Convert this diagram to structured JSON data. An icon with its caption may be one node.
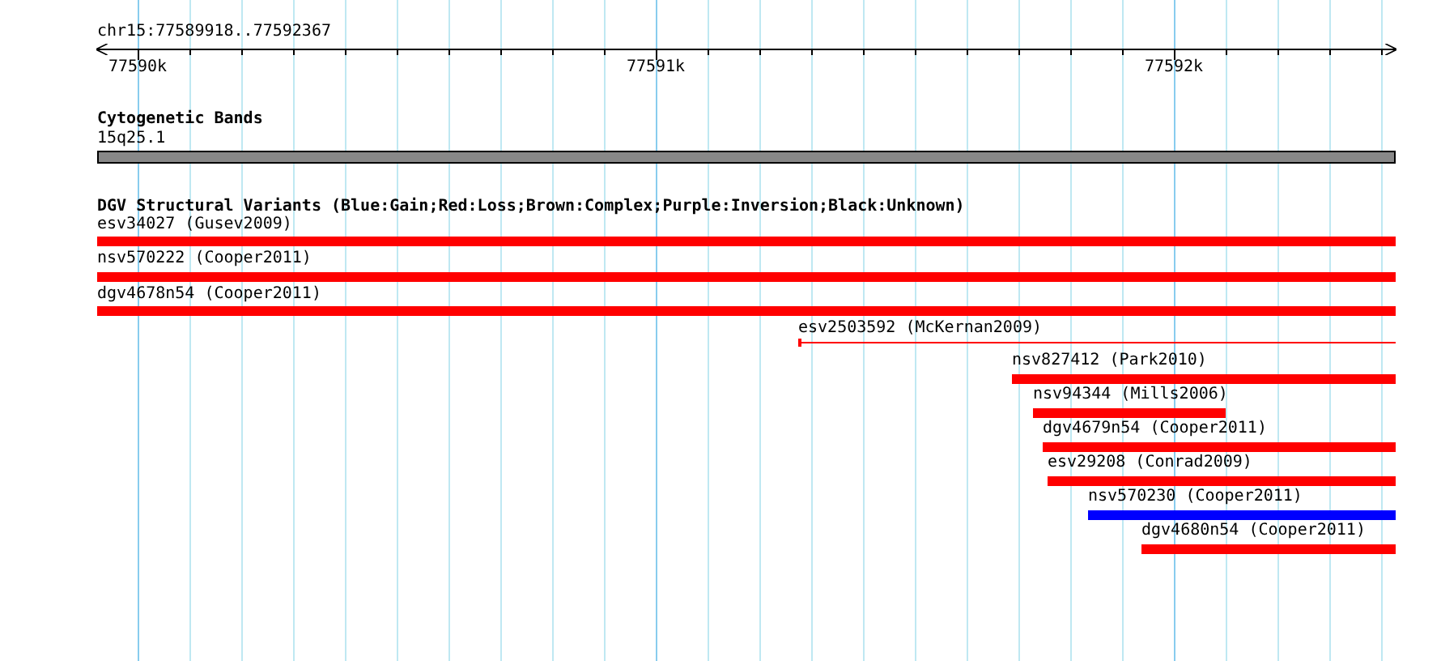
{
  "diagram": {
    "title": "chr15:77589918..77592367",
    "nodes": [
      {
        "text": [
          "15q25.1"
        ]
      },
      {
        "text": [
          "esv34027 (Gusev2009)"
        ]
      },
      {
        "text": [
          "nsv570222 (Cooper2011)"
        ]
      },
      {
        "text": [
          "dgv4678n54 (Cooper2011)"
        ]
      },
      {
        "text": [
          "esv2503592 (McKernan2009)"
        ]
      },
      {
        "text": [
          "nsv827412 (Park2010)"
        ]
      },
      {
        "text": [
          "nsv94344 (Mills2006)"
        ]
      },
      {
        "text": [
          "dgv4679n54 (Cooper2011)"
        ]
      },
      {
        "text": [
          "esv29208 (Conrad2009)"
        ]
      },
      {
        "text": [
          "nsv570230 (Cooper2011)"
        ]
      },
      {
        "text": [
          "dgv4680n54 (Cooper2011)"
        ]
      }
    ],
    "labels": [
      "77590k",
      "77591k",
      "77592k",
      "Cytogenetic Bands",
      "DGV Structural Variants (Blue:Gain;Red:Loss;Brown:Complex;Purple:Inversion;Black:Unknown)"
    ]
  }
}
